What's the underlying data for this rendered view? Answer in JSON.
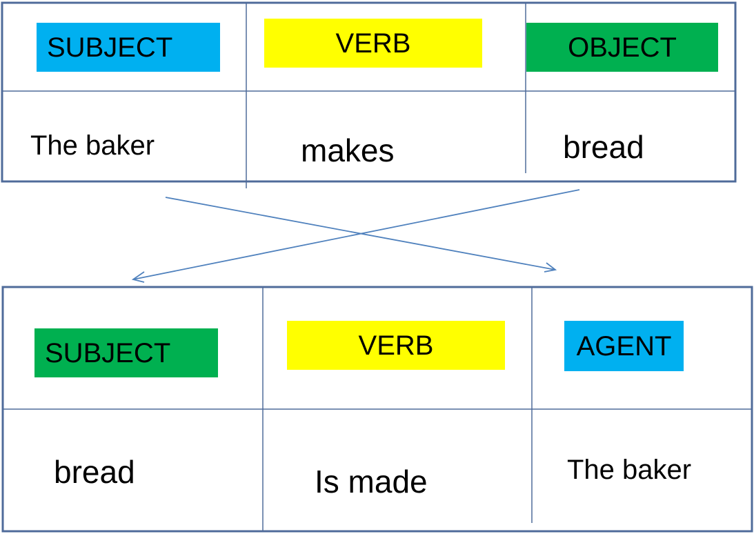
{
  "active_table": {
    "headers": [
      {
        "label": "SUBJECT",
        "color": "#00B0F0"
      },
      {
        "label": "VERB",
        "color": "#FFFF00"
      },
      {
        "label": "OBJECT",
        "color": "#00B050"
      }
    ],
    "cells": [
      "The  baker",
      "makes",
      "bread"
    ]
  },
  "passive_table": {
    "headers": [
      {
        "label": "SUBJECT",
        "color": "#00B050"
      },
      {
        "label": "VERB",
        "color": "#FFFF00"
      },
      {
        "label": "AGENT",
        "color": "#00B0F0"
      }
    ],
    "cells": [
      "bread",
      "Is made",
      "The  baker"
    ]
  },
  "colors": {
    "border": "#4F6B9A",
    "arrow": "#4F81BD"
  }
}
